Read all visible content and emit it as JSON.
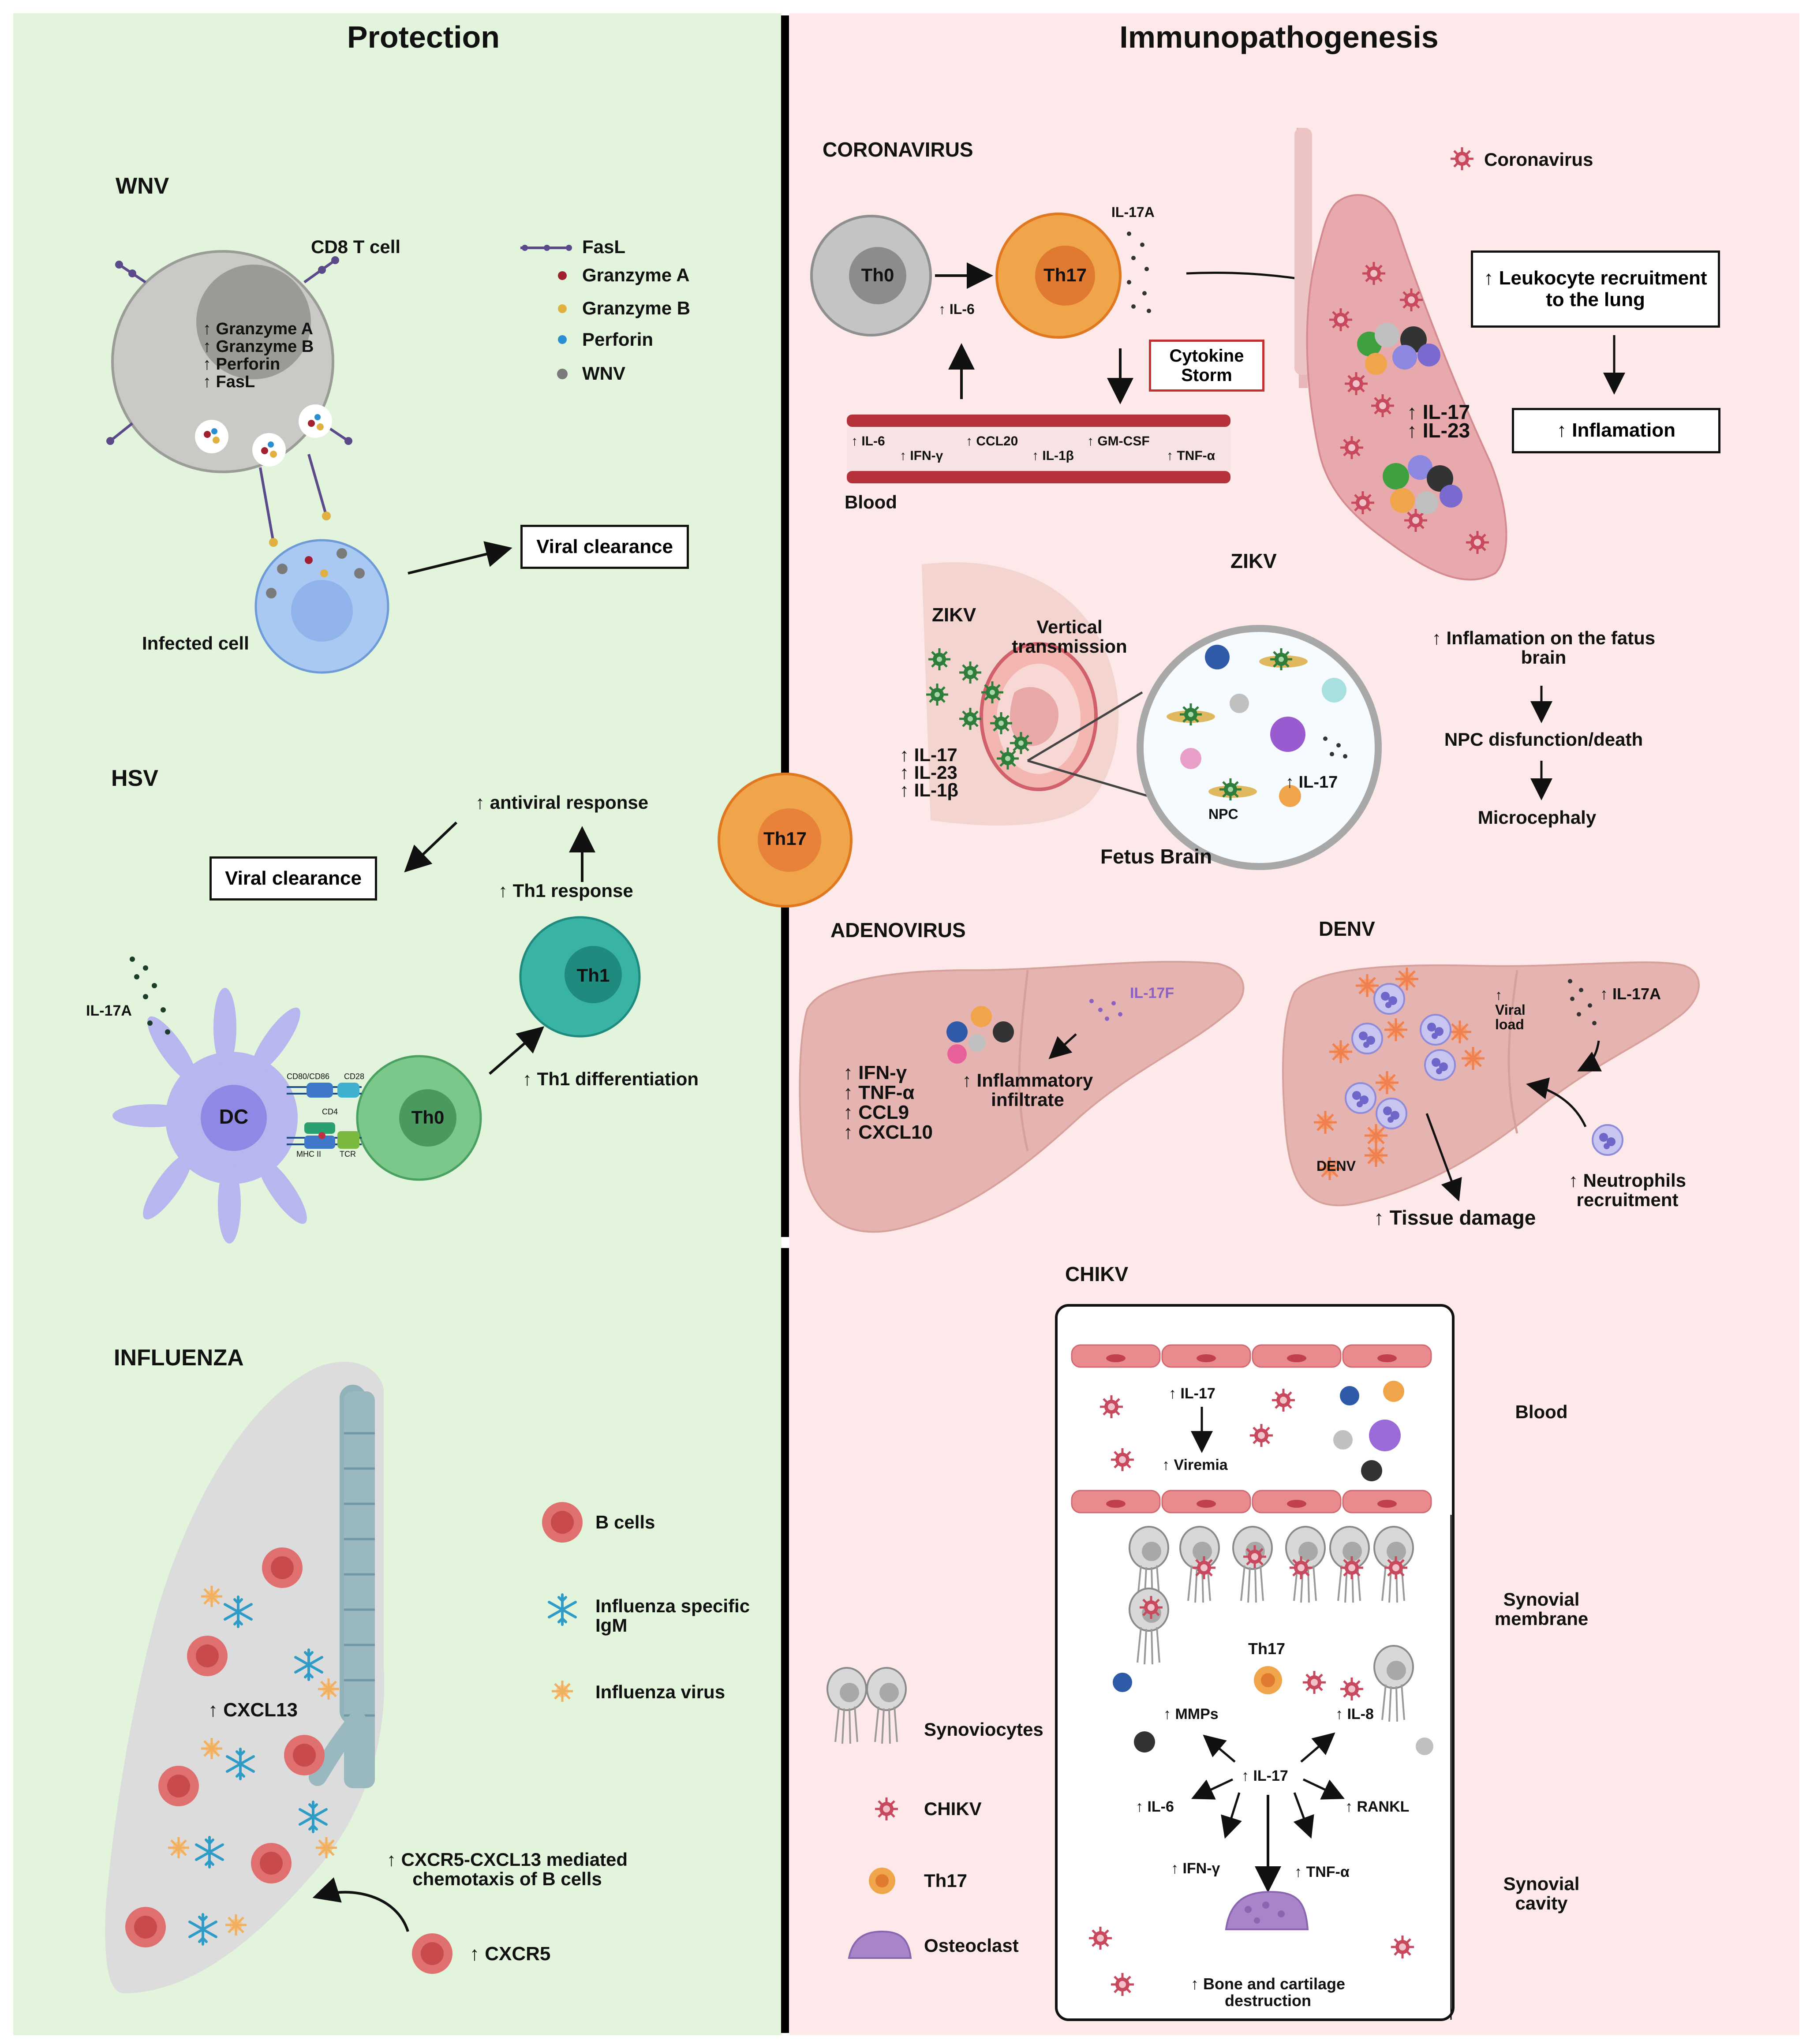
{
  "headers": {
    "protection": "Protection",
    "immunopathogenesis": "Immunopathogenesis"
  },
  "colors": {
    "protection_bg": "#e2f4db",
    "immuno_bg": "#fde9ea",
    "th17": "#f0a54a",
    "th0": "#bdbdbd",
    "th1": "#2e9e90",
    "virus": "#c0445a"
  },
  "center": {
    "th17": "Th17"
  },
  "wnv": {
    "title": "WNV",
    "cd8_label": "CD8 T cell",
    "cd8_lines": [
      "↑ Granzyme A",
      "↑ Granzyme B",
      "↑ Perforin",
      "↑ FasL"
    ],
    "legend": [
      "FasL",
      "Granzyme A",
      "Granzyme B",
      "Perforin",
      "WNV"
    ],
    "infected_cell": "Infected cell",
    "clearance": "Viral clearance"
  },
  "hsv": {
    "title": "HSV",
    "il17a": "IL-17A",
    "antiviral": "↑ antiviral response",
    "clearance": "Viral clearance",
    "th1_response": "↑ Th1 response",
    "th1": "Th1",
    "th1_diff": "↑ Th1 differentiation",
    "dc": "DC",
    "th0": "Th0",
    "receptors": [
      "CD80/CD86",
      "CD28",
      "CD4",
      "MHC II",
      "TCR"
    ]
  },
  "influenza": {
    "title": "INFLUENZA",
    "legend": [
      "B cells",
      "Influenza specific IgM",
      "Influenza virus"
    ],
    "cxcl13": "↑ CXCL13",
    "chemotaxis": "↑ CXCR5-CXCL13 mediated chemotaxis of B cells",
    "cxcr5": "↑ CXCR5"
  },
  "coronavirus": {
    "title": "CORONAVIRUS",
    "th0": "Th0",
    "th17": "Th17",
    "il6": "↑ IL-6",
    "il17a": "IL-17A",
    "cytokine_storm": "Cytokine Storm",
    "blood_cytokines": [
      "↑ IL-6",
      "↑ IFN-γ",
      "↑ CCL20",
      "↑ IL-1β",
      "↑ GM-CSF",
      "↑ TNF-α"
    ],
    "blood": "Blood",
    "legend_virus": "Coronavirus",
    "leukocyte": "↑ Leukocyte recruitment to the lung",
    "inflamation": "↑ Inflamation",
    "lung_cytokines": [
      "↑ IL-17",
      "↑ IL-23"
    ]
  },
  "zikv": {
    "title": "ZIKV",
    "small_title": "ZIKV",
    "vertical": "Vertical transmission",
    "cytokines": [
      "↑ IL-17",
      "↑ IL-23",
      "↑ IL-1β"
    ],
    "brain_il17": "↑ IL-17",
    "npc": "NPC",
    "fetus_brain": "Fetus Brain",
    "chain": [
      "↑ Inflamation on the fatus brain",
      "NPC disfunction/death",
      "Microcephaly"
    ]
  },
  "adenovirus": {
    "title": "ADENOVIRUS",
    "il17f": "IL-17F",
    "cytokines": [
      "↑ IFN-γ",
      "↑ TNF-α",
      "↑ CCL9",
      "↑ CXCL10"
    ],
    "infiltrate": "↑ Inflammatory infiltrate"
  },
  "denv": {
    "title": "DENV",
    "viral_load": "↑ Viral load",
    "il17a": "↑ IL-17A",
    "denv": "DENV",
    "tissue": "↑ Tissue damage",
    "neutrophils": "↑ Neutrophils recruitment"
  },
  "chikv": {
    "title": "CHIKV",
    "il17_blood": "↑ IL-17",
    "viremia": "↑ Viremia",
    "th17": "Th17",
    "mmps": "↑ MMPs",
    "il8": "↑ IL-8",
    "il17": "↑ IL-17",
    "il6": "↑ IL-6",
    "rankl": "↑ RANKL",
    "ifng": "↑ IFN-γ",
    "tnfa": "↑ TNF-α",
    "bone": "↑ Bone and cartilage destruction",
    "zones": [
      "Blood",
      "Synovial membrane",
      "Synovial cavity"
    ],
    "legend": [
      "Synoviocytes",
      "CHIKV",
      "Th17",
      "Osteoclast"
    ]
  }
}
